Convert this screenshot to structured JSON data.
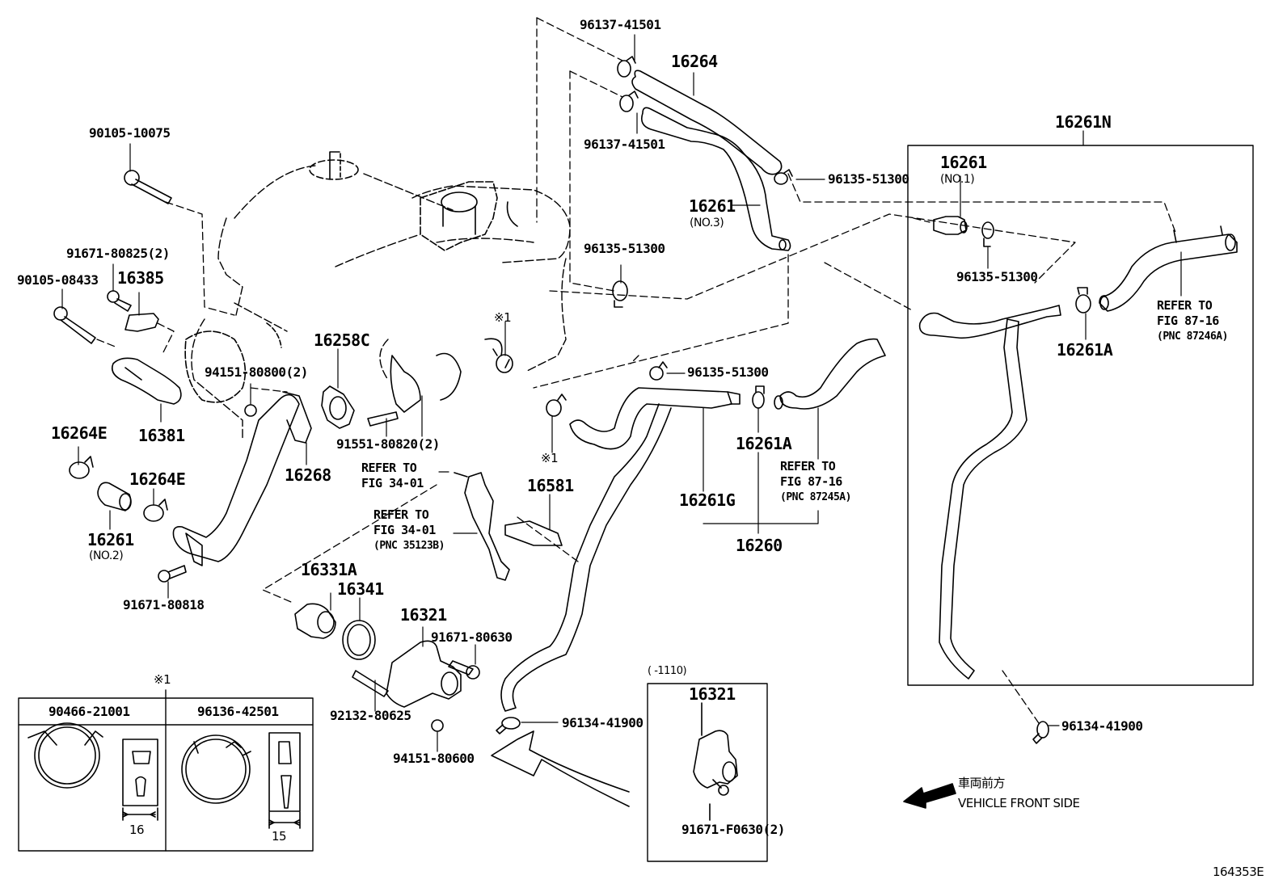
{
  "diagram": {
    "figure_id": "164353E",
    "direction_note": {
      "japanese": "車両前方",
      "english": "VEHICLE FRONT SIDE"
    },
    "note_marker": "※1",
    "callouts": {
      "p96137_41501_top": "96137-41501",
      "p16264": "16264",
      "p96137_41501_mid": "96137-41501",
      "p96135_51300_a": "96135-51300",
      "p16261_no3": "16261",
      "p16261_no3_sub": "(NO.3)",
      "p96135_51300_b": "96135-51300",
      "p90105_10075": "90105-10075",
      "p91671_80825": "91671-80825(2)",
      "p90105_08433": "90105-08433",
      "p16385": "16385",
      "p16258C": "16258C",
      "p94151_80800": "94151-80800(2)",
      "p16381": "16381",
      "p16264E_a": "16264E",
      "p16264E_b": "16264E",
      "p16261_no2": "16261",
      "p16261_no2_sub": "(NO.2)",
      "p16268": "16268",
      "p91551_80820": "91551-80820(2)",
      "p91671_80818": "91671-80818",
      "refer_34_01_a_line1": "REFER TO",
      "refer_34_01_a_line2": "FIG 34-01",
      "refer_34_01_b_line1": "REFER TO",
      "refer_34_01_b_line2": "FIG 34-01",
      "refer_34_01_b_line3": "(PNC 35123B)",
      "p16581": "16581",
      "p16331A": "16331A",
      "p16341": "16341",
      "p16321": "16321",
      "p91671_80630": "91671-80630",
      "p92132_80625": "92132-80625",
      "p94151_80600": "94151-80600",
      "p96134_41900_a": "96134-41900",
      "marker_1_a": "※1",
      "marker_1_b": "※1",
      "p96135_51300_c": "96135-51300",
      "p16261A_a": "16261A",
      "p16261G": "16261G",
      "p16260": "16260",
      "refer_87_16_a_line1": "REFER TO",
      "refer_87_16_a_line2": "FIG 87-16",
      "refer_87_16_a_line3": "(PNC 87245A)",
      "p16261N": "16261N",
      "p16261_no1": "16261",
      "p16261_no1_sub": "(NO.1)",
      "p96135_51300_d": "96135-51300",
      "p16261A_b": "16261A",
      "refer_87_16_b_line1": "REFER TO",
      "refer_87_16_b_line2": "FIG 87-16",
      "refer_87_16_b_line3": "(PNC 87246A)",
      "p96134_41900_b": "96134-41900"
    },
    "inset_variant": {
      "range_label": "(       -1110)",
      "part": "16321",
      "bolt": "91671-F0630(2)"
    },
    "clamp_table": {
      "marker": "※1",
      "columns": [
        {
          "part_number": "90466-21001",
          "width_mm": "16"
        },
        {
          "part_number": "96136-42501",
          "width_mm": "15"
        }
      ]
    }
  }
}
